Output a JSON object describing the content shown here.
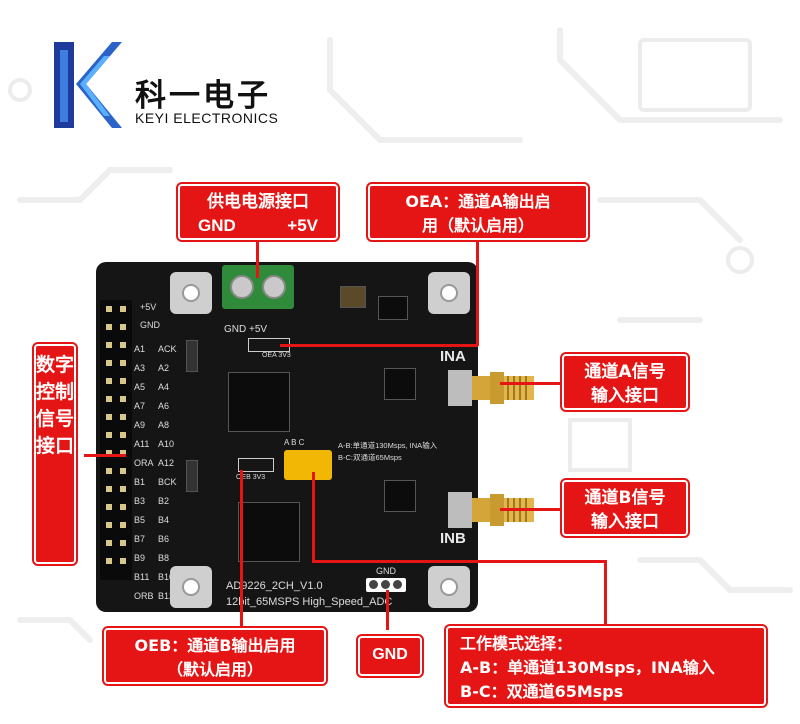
{
  "brand": {
    "name_cn": "科一电子",
    "name_en": "KEYI ELECTRONICS"
  },
  "callouts": {
    "power": {
      "title": "供电电源接口",
      "gnd": "GND",
      "plus5v": "+5V"
    },
    "oea": {
      "line1": "OEA：通道A输出启",
      "line2": "用（默认启用）"
    },
    "ina": {
      "line1": "通道A信号",
      "line2": "输入接口"
    },
    "inb": {
      "line1": "通道B信号",
      "line2": "输入接口"
    },
    "digital": {
      "text": "数字控制信号接口"
    },
    "oeb": {
      "line1": "OEB：通道B输出启用",
      "line2": "（默认启用）"
    },
    "gnd": {
      "text": "GND"
    },
    "mode": {
      "line1": "工作模式选择：",
      "line2": "A-B：单通道130Msps，INA输入",
      "line3": "B-C：双通道65Msps"
    }
  },
  "board": {
    "header_left": [
      "A1",
      "A3",
      "A5",
      "A7",
      "A9",
      "A11",
      "ORA",
      "B1",
      "B3",
      "B5",
      "B7",
      "B9",
      "B11",
      "ORB"
    ],
    "header_right": [
      "ACK",
      "A2",
      "A4",
      "A6",
      "A8",
      "A10",
      "A12",
      "BCK",
      "B2",
      "B4",
      "B6",
      "B8",
      "B10",
      "B12"
    ],
    "plus5v": "+5V",
    "gnd": "GND",
    "terminal_label": "GND  +5V",
    "oea_label": "OEA 3V3",
    "oeb_label": "OEB 3V3",
    "ina": "INA",
    "inb": "INB",
    "mode_text1": "A-B:单通道130Msps, INA输入",
    "mode_text2": "B-C:双通道65Msps",
    "mode_abc": "A  B  C",
    "name1": "AD9226_2CH_V1.0",
    "name2": "12bit_65MSPS   High_Speed_ADC",
    "gnd_bottom": "GND"
  },
  "colors": {
    "accent": "#e51515",
    "board": "#151515",
    "terminal": "#2f8a3a",
    "jumper": "#f2b705",
    "sma": "#d4a63a"
  }
}
